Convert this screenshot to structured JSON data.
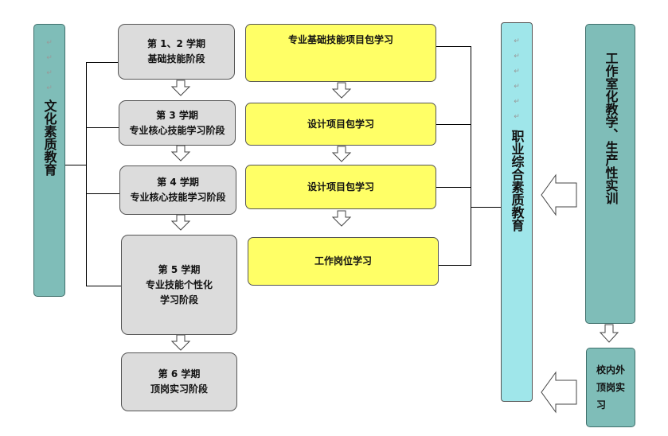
{
  "culture": {
    "label": "文化素质教育"
  },
  "semesters": [
    {
      "line1": "第 1、2 学期",
      "line2": "基础技能阶段"
    },
    {
      "line1": "第 3 学期",
      "line2": "专业核心技能学习阶段"
    },
    {
      "line1": "第 4 学期",
      "line2": "专业核心技能学习阶段"
    },
    {
      "line1": "第 5 学期",
      "line2": "专业技能个性化",
      "line3": "学习阶段"
    },
    {
      "line1": "第 6 学期",
      "line2": "顶岗实习阶段"
    }
  ],
  "packages": [
    {
      "label": "专业基础技能项目包学习"
    },
    {
      "label": "设计项目包学习"
    },
    {
      "label": "设计项目包学习"
    },
    {
      "label": "工作岗位学习"
    }
  ],
  "vocational": {
    "label": "职业综合素质教育"
  },
  "studio": {
    "label": "工作室化教学、生产性实训"
  },
  "internship": {
    "label": "校内外顶岗实习"
  }
}
